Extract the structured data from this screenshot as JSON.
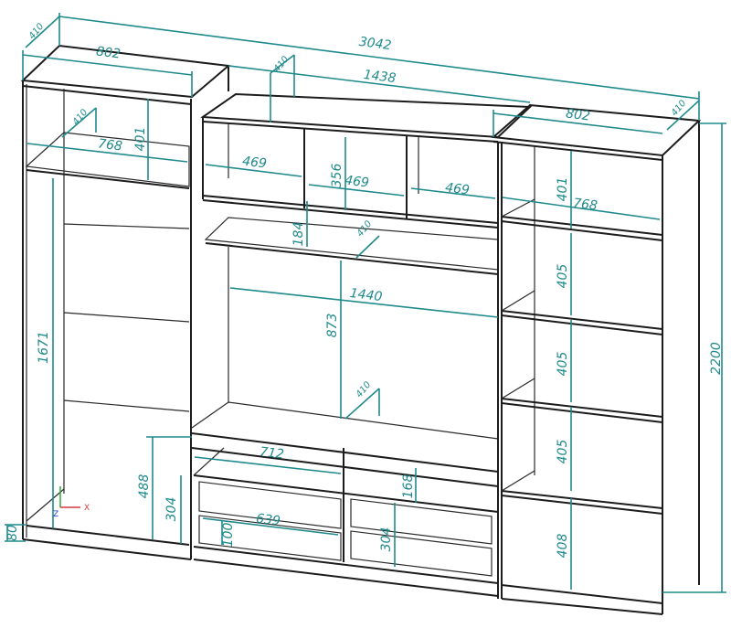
{
  "title": "Furniture wall unit dimension drawing",
  "colors": {
    "dimension": "#1f8a8c",
    "outline": "#1c1c1c",
    "marker": "#8a1a1a"
  },
  "dimensions": {
    "overall_width": "3042",
    "middle_width": "1438",
    "left_tower_width": "802",
    "right_tower_width": "802",
    "overall_height": "2200",
    "left_shelf_width": "768",
    "left_shelf_height": "401",
    "right_shelf_width": "768",
    "right_shelf_height": "401",
    "cubby_1_width": "469",
    "cubby_2_width": "469",
    "cubby_3_width": "469",
    "cubby_height": "356",
    "shelf_gap": "184",
    "tv_width": "1440",
    "tv_height": "873",
    "door_height": "1671",
    "base_height": "488",
    "drawer_block_height": "304",
    "drawer_block_height_right": "304",
    "niche_width": "712",
    "niche_height": "168",
    "drawer_width": "639",
    "drawer_height": "100",
    "right_shelf_1": "405",
    "right_shelf_2": "405",
    "right_shelf_3": "405",
    "right_shelf_4": "408",
    "plinth": "80",
    "depth_labels": [
      "410",
      "410",
      "410",
      "410",
      "410",
      "410"
    ]
  },
  "axes": {
    "x": "X",
    "z": "Z"
  }
}
